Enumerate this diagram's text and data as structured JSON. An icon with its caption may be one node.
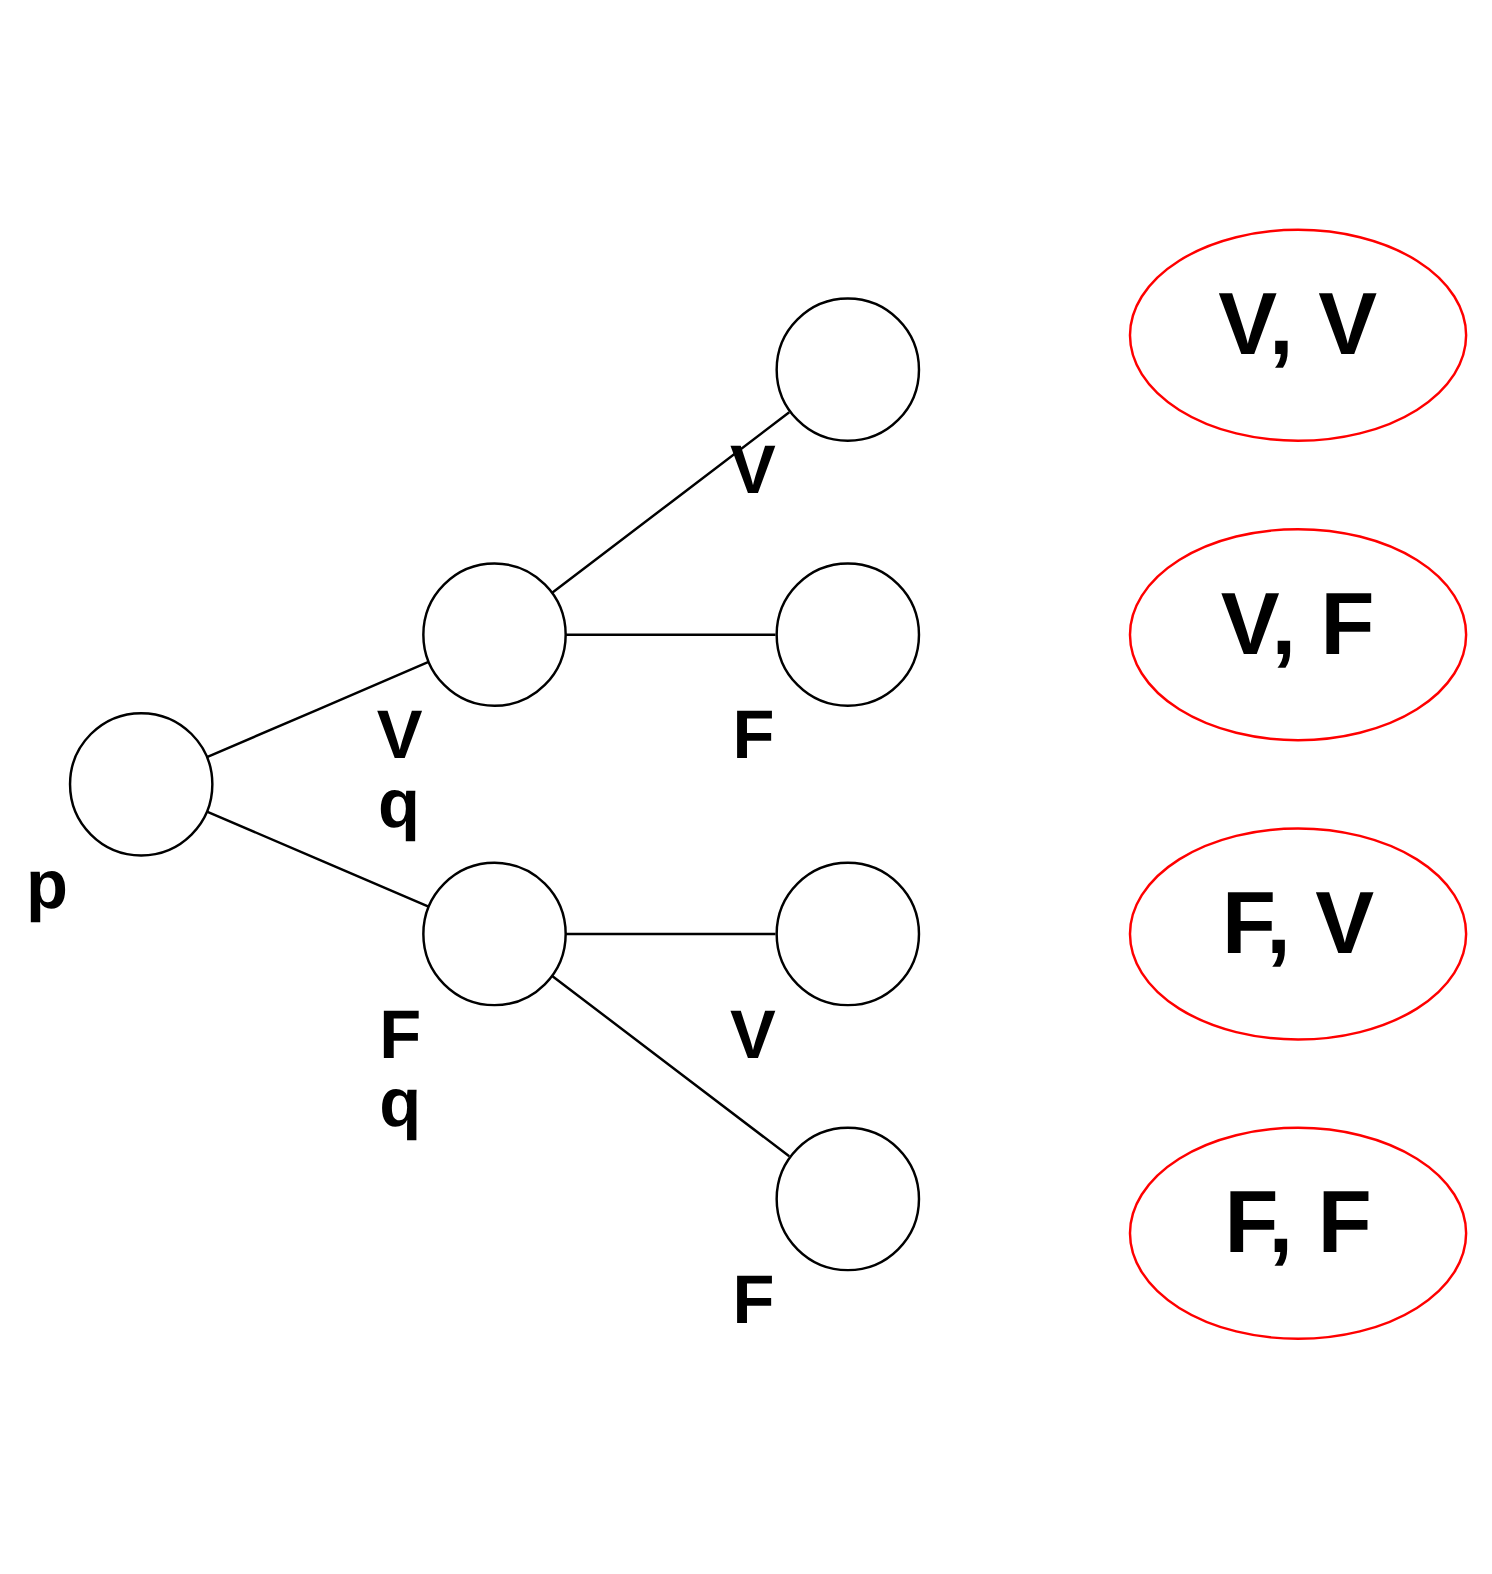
{
  "diagram": {
    "nodes": [
      {
        "text": [],
        "shape": "circle",
        "beside": [
          "p"
        ]
      },
      {
        "text": [],
        "shape": "circle",
        "beside": [
          "V",
          "q"
        ]
      },
      {
        "text": [],
        "shape": "circle",
        "beside": [
          "V"
        ]
      },
      {
        "text": [
          "V, V"
        ]
      },
      {
        "text": [],
        "shape": "circle",
        "beside": [
          "F"
        ]
      },
      {
        "text": [
          "V, F"
        ]
      },
      {
        "text": [],
        "shape": "circle",
        "beside": [
          "F",
          "q"
        ]
      },
      {
        "text": [],
        "shape": "circle",
        "beside": [
          "V"
        ]
      },
      {
        "text": [
          "F, V"
        ]
      },
      {
        "text": [],
        "shape": "circle",
        "beside": [
          "F"
        ]
      },
      {
        "text": [
          "F, F"
        ]
      }
    ],
    "edges": [
      {
        "from": 0,
        "to": 1,
        "arrow": "none"
      },
      {
        "from": 1,
        "to": 2,
        "arrow": "none"
      },
      {
        "from": 1,
        "to": 4,
        "arrow": "none"
      },
      {
        "from": 0,
        "to": 6,
        "arrow": "none"
      },
      {
        "from": 6,
        "to": 7,
        "arrow": "none"
      },
      {
        "from": 6,
        "to": 9,
        "arrow": "none"
      }
    ]
  }
}
